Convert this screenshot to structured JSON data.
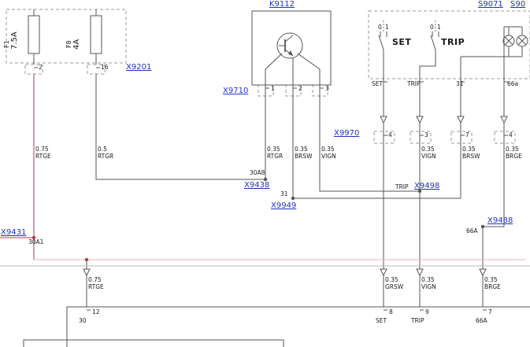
{
  "colors": {
    "link": "#2233bb",
    "wire": "#555555",
    "wire_red": "#b43a52",
    "bus_pink": "#eab3be",
    "bus_gray": "#bbbbbb",
    "dash": "#999999"
  },
  "links": {
    "k9112": "K9112",
    "x9201": "X9201",
    "x9710": "X9710",
    "s9071": "S9071",
    "s90": "S90",
    "x9970": "X9970",
    "x9438": "X9438",
    "x9949": "X9949",
    "x9498": "X9498",
    "x9488": "X9488",
    "x9431": "X9431"
  },
  "fuses": {
    "f1": {
      "name": "F1",
      "rating": "7.5A",
      "pin": "2"
    },
    "f8": {
      "name": "F8",
      "rating": "4A",
      "pin": "16"
    }
  },
  "k9112_pins": {
    "p1": "1",
    "p2": "2",
    "p3": "3"
  },
  "switch_unit": {
    "set_label": "SET",
    "trip_label": "TRIP",
    "set_pos0": "0",
    "set_pos1": "1",
    "trip_pos0": "0",
    "trip_pos1": "1",
    "pin_set": "SET",
    "pin_trip": "TRIP",
    "pin_31": "31",
    "pin_66a": "66a"
  },
  "x9970_pins": {
    "p1": "4",
    "p2": "3",
    "p3": "7",
    "p4": "4"
  },
  "junctions": {
    "x9438": "30A8",
    "x9949": "31",
    "x9498": "TRIP",
    "x9488": "66A",
    "x9431": "30A1"
  },
  "wire_labels": {
    "w1": {
      "size": "0.75",
      "color": "RTGE"
    },
    "w2": {
      "size": "0.5",
      "color": "RTGR"
    },
    "w3": {
      "size": "0.35",
      "color": "RTGR"
    },
    "w4": {
      "size": "0.35",
      "color": "BRSW"
    },
    "w5": {
      "size": "0.35",
      "color": "VIGN"
    },
    "w6": {
      "size": "0.35",
      "color": "VIGN"
    },
    "w7": {
      "size": "0.35",
      "color": "BRSW"
    },
    "w8": {
      "size": "0.35",
      "color": "BRGE"
    },
    "w9": {
      "size": "0.75",
      "color": "RTGE"
    },
    "w10": {
      "size": "0.35",
      "color": "GRSW"
    },
    "w11": {
      "size": "0.35",
      "color": "VIGN"
    },
    "w12": {
      "size": "0.35",
      "color": "BRGE"
    }
  },
  "bottom_pins": {
    "p12": {
      "num": "12",
      "name": "30"
    },
    "p8": {
      "num": "8",
      "name": "SET"
    },
    "p9": {
      "num": "9",
      "name": "TRIP"
    },
    "p7": {
      "num": "7",
      "name": "66A"
    }
  }
}
